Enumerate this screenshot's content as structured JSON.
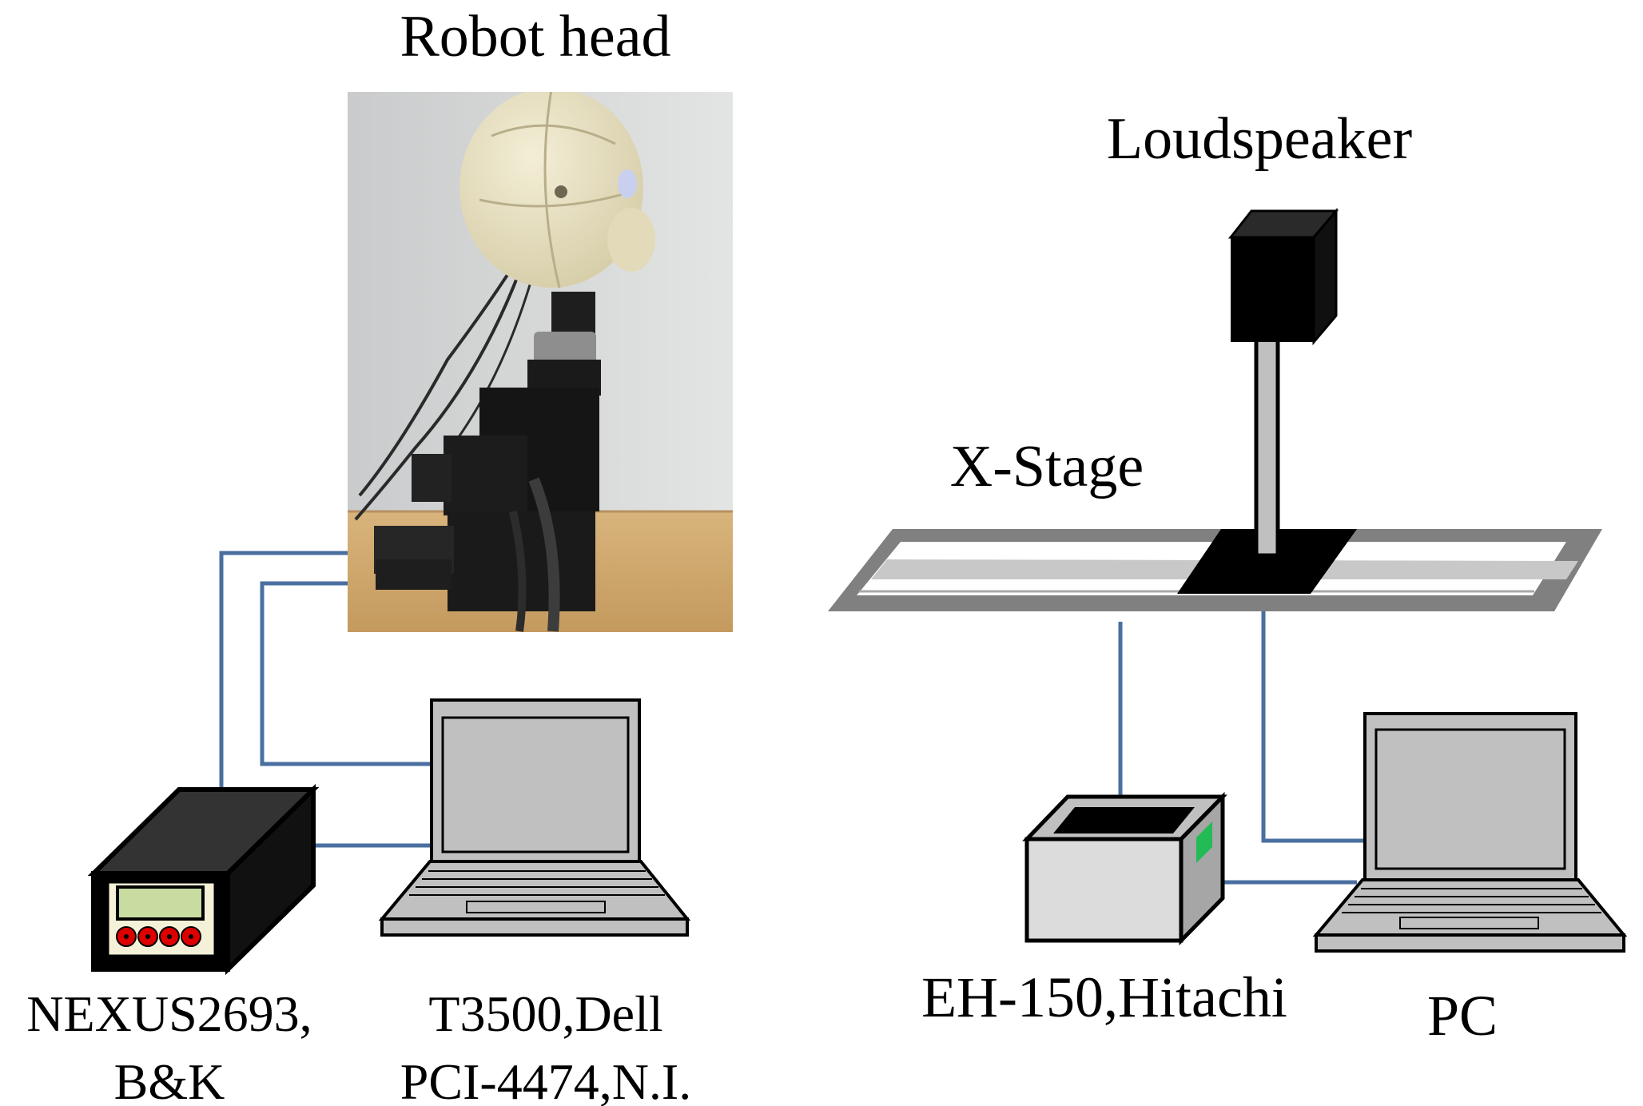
{
  "labels": {
    "robot_head": "Robot head",
    "loudspeaker": "Loudspeaker",
    "x_stage": "X-Stage",
    "nexus_line1": "NEXUS2693,",
    "nexus_line2": "B&K",
    "dell_line1": "T3500,Dell",
    "dell_line2": "PCI-4474,N.I.",
    "hitachi": "EH-150,Hitachi",
    "pc": "PC"
  },
  "colors": {
    "wire": "#4a6fa0",
    "stage_frame": "#808080",
    "laptop_screen": "#c0c0c0",
    "nexus_display": "#c8dba0",
    "nexus_knob": "#dd0000",
    "hitachi_indicator": "#22bb55"
  }
}
